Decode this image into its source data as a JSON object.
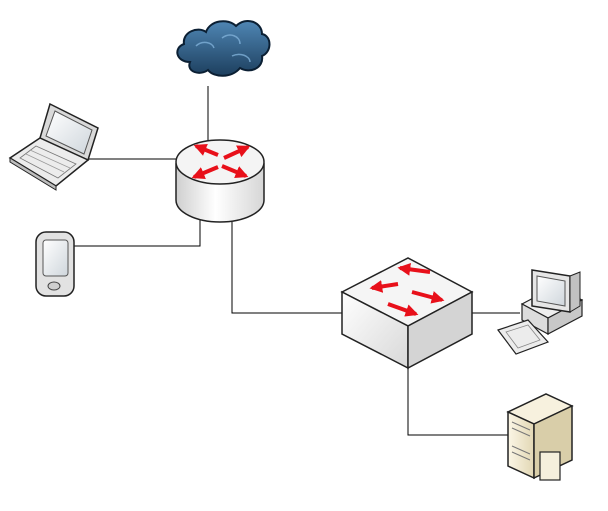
{
  "diagram": {
    "nodes": [
      {
        "id": "internet",
        "icon": "cloud-icon"
      },
      {
        "id": "router",
        "icon": "router-icon"
      },
      {
        "id": "laptop",
        "icon": "laptop-icon"
      },
      {
        "id": "pda",
        "icon": "pda-icon"
      },
      {
        "id": "switch",
        "icon": "switch-icon"
      },
      {
        "id": "workstation",
        "icon": "desktop-computer-icon"
      },
      {
        "id": "server",
        "icon": "server-icon"
      }
    ],
    "links": [
      {
        "from": "internet",
        "to": "router"
      },
      {
        "from": "laptop",
        "to": "router"
      },
      {
        "from": "pda",
        "to": "router"
      },
      {
        "from": "router",
        "to": "switch"
      },
      {
        "from": "switch",
        "to": "workstation"
      },
      {
        "from": "switch",
        "to": "server"
      }
    ],
    "colors": {
      "cloud": "#2f5d84",
      "device_body": "#e8e8e8",
      "arrows": "#e8101a",
      "server_body": "#efe6c9",
      "links": "#000000"
    }
  }
}
